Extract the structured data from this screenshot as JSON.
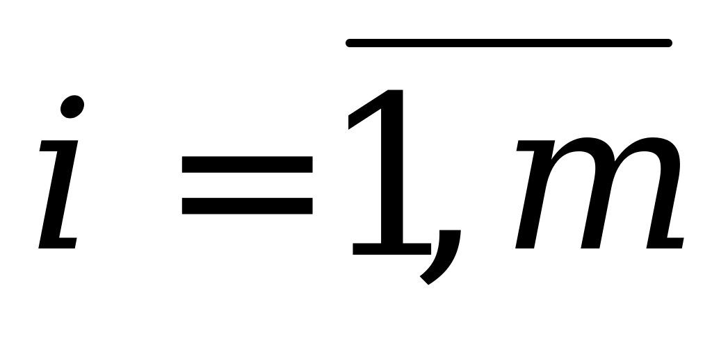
{
  "formula": {
    "variable": "i",
    "relation": "=",
    "start": "1",
    "separator": ",",
    "end": "m"
  },
  "colors": {
    "ink": "#000000",
    "background": "#ffffff"
  }
}
